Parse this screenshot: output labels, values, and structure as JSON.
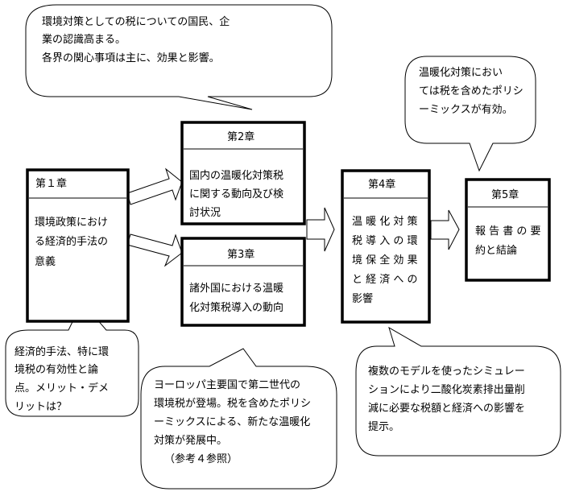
{
  "chapters": {
    "ch1": {
      "title": "第１章",
      "lines": [
        "環境政策におけ",
        "る経済的手法の",
        "意義"
      ]
    },
    "ch2": {
      "title": "第2章",
      "lines": [
        "国内の温暖化対策税",
        "に関する動向及び検",
        "討状況"
      ]
    },
    "ch3": {
      "title": "第3章",
      "lines": [
        "諸外国における温暖",
        "化対策税導入の動向"
      ]
    },
    "ch4": {
      "title": "第4章",
      "lines": [
        "温 暖 化 対 策",
        "税 導 入 の 環",
        "境 保 全 効 果",
        "と 経 済 へ の",
        "影響"
      ]
    },
    "ch5": {
      "title": "第5章",
      "lines": [
        "報 告 書 の 要",
        "約と結論"
      ]
    }
  },
  "callouts": {
    "top": {
      "lines": [
        "環境対策としての税についての国民、企",
        "業の認識高まる。",
        "各界の関心事項は主に、効果と影響。"
      ]
    },
    "topright": {
      "lines": [
        "温暖化対策におい",
        "ては税を含めたポリシ",
        "ーミックスが有効。"
      ]
    },
    "bottomleft": {
      "lines": [
        "経済的手法、特に環",
        "境税の有効性と論",
        "点。メリット・デメ",
        "リットは？"
      ]
    },
    "bottommid": {
      "lines": [
        "ヨーロッパ主要国で第二世代の",
        "環境税が登場。税を含めたポリシ",
        "ーミックスによる、新たな温暖化",
        "対策が発展中。",
        "（参考４参照）"
      ]
    },
    "bottomright": {
      "lines": [
        "複数のモデルを使ったシミュレー",
        "ションにより二酸化炭素排出量削",
        "減に必要な税額と経済への影響を",
        "提示。"
      ]
    }
  }
}
